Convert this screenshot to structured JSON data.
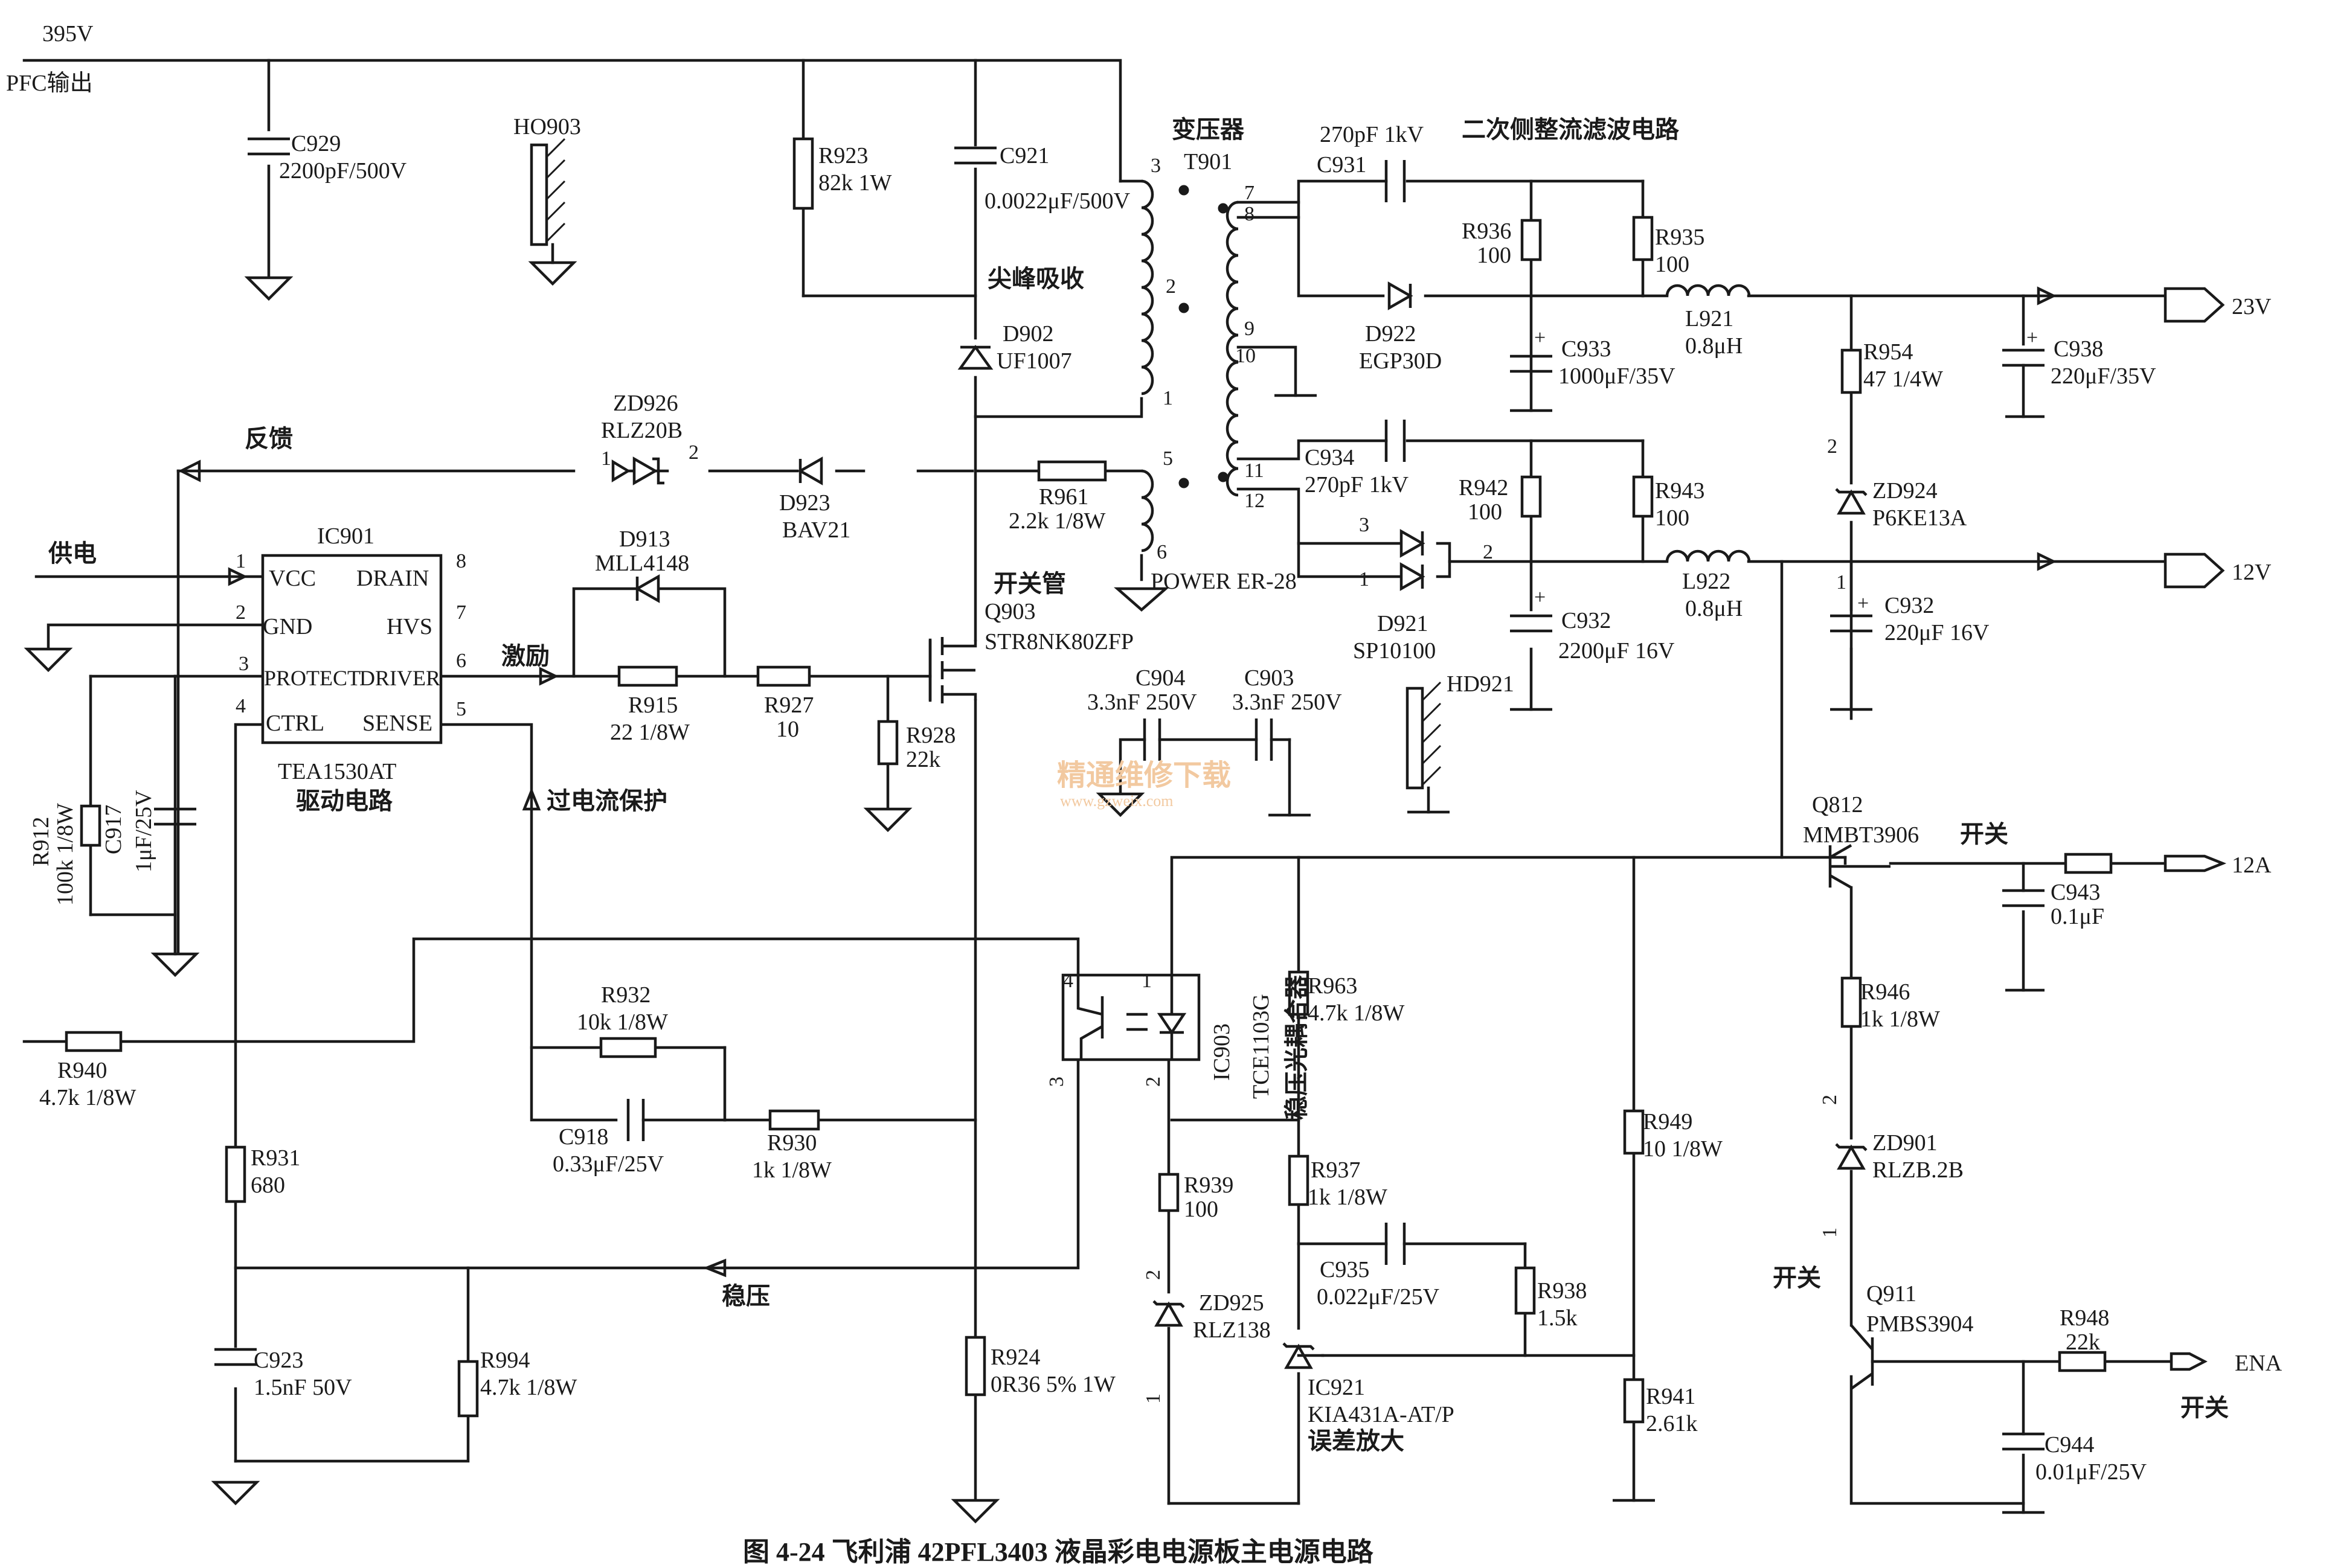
{
  "nets": {
    "v395": "395V",
    "pfc_out": "PFC输出",
    "feedback": "反馈",
    "power_supply": "供电",
    "excitation": "激励",
    "overcurrent": "过电流保护",
    "regulation": "稳压",
    "out_23v": "23V",
    "out_12v": "12V",
    "out_12a": "12A",
    "ena": "ENA",
    "switch_a": "开关",
    "switch_b": "开关",
    "switch_c": "开关"
  },
  "blocks": {
    "transformer_title": "变压器",
    "secondary_title": "二次侧整流滤波电路",
    "spike_absorb": "尖峰吸收",
    "switch_tube": "开关管",
    "drive_circuit": "驱动电路",
    "optocoupler": "稳压光耦合器",
    "error_amp": "误差放大"
  },
  "ic901": {
    "ref": "IC901",
    "part": "TEA1530AT",
    "pins": [
      {
        "num": "1",
        "name": "VCC"
      },
      {
        "num": "2",
        "name": "GND"
      },
      {
        "num": "3",
        "name": "PROTECT"
      },
      {
        "num": "4",
        "name": "CTRL"
      },
      {
        "num": "8",
        "name": "DRAIN"
      },
      {
        "num": "7",
        "name": "HVS"
      },
      {
        "num": "6",
        "name": "DRIVER"
      },
      {
        "num": "5",
        "name": "SENSE"
      }
    ]
  },
  "transformer": {
    "ref": "T901",
    "model": "POWER ER-28",
    "pins": [
      "3",
      "2",
      "1",
      "5",
      "6",
      "7",
      "8",
      "9",
      "10",
      "11",
      "12"
    ]
  },
  "q903": {
    "title": "Q903",
    "part": "STR8NK80ZFP"
  },
  "q812": {
    "title": "Q812",
    "part": "MMBT3906"
  },
  "q911": {
    "title": "Q911",
    "part": "PMBS3904"
  },
  "ic903": {
    "ref": "IC903",
    "part": "TCE1103G",
    "pins": [
      "4",
      "1",
      "3",
      "2"
    ]
  },
  "ic921": {
    "ref": "IC921",
    "part": "KIA431A-AT/P"
  },
  "heatsinks": {
    "ho903": "HO903",
    "hd921": "HD921"
  },
  "components": {
    "C929": {
      "ref": "C929",
      "value": "2200pF/500V"
    },
    "R923": {
      "ref": "R923",
      "value": "82k 1W"
    },
    "C921": {
      "ref": "C921",
      "value": "0.0022μF/500V"
    },
    "D902": {
      "ref": "D902",
      "value": "UF1007"
    },
    "ZD926": {
      "ref": "ZD926",
      "value": "RLZ20B",
      "pins": [
        "1",
        "2"
      ]
    },
    "D923": {
      "ref": "D923",
      "value": "BAV21"
    },
    "R961": {
      "ref": "R961",
      "value": "2.2k 1/8W"
    },
    "D913": {
      "ref": "D913",
      "value": "MLL4148"
    },
    "R915": {
      "ref": "R915",
      "value": "22 1/8W"
    },
    "R927": {
      "ref": "R927",
      "value": "10"
    },
    "R928": {
      "ref": "R928",
      "value": "22k"
    },
    "R912": {
      "ref": "R912",
      "value": "100k 1/8W"
    },
    "C917": {
      "ref": "C917",
      "value": "1μF/25V"
    },
    "C931": {
      "ref": "C931",
      "value": "270pF 1kV"
    },
    "R936": {
      "ref": "R936",
      "value": "100"
    },
    "R935": {
      "ref": "R935",
      "value": "100"
    },
    "D922": {
      "ref": "D922",
      "value": "EGP30D"
    },
    "C933": {
      "ref": "C933",
      "value": "1000μF/35V"
    },
    "L921": {
      "ref": "L921",
      "value": "0.8μH"
    },
    "R954": {
      "ref": "R954",
      "value": "47 1/4W"
    },
    "C938": {
      "ref": "C938",
      "value": "220μF/35V"
    },
    "ZD924": {
      "ref": "ZD924",
      "value": "P6KE13A",
      "pin": "2"
    },
    "C934": {
      "ref": "C934",
      "value": "270pF 1kV"
    },
    "R942": {
      "ref": "R942",
      "value": "100"
    },
    "R943": {
      "ref": "R943",
      "value": "100"
    },
    "D921": {
      "ref": "D921",
      "value": "SP10100",
      "pins": [
        "3",
        "1",
        "2"
      ]
    },
    "C932a": {
      "ref": "C932",
      "value": "2200μF  16V"
    },
    "L922": {
      "ref": "L922",
      "value": "0.8μH"
    },
    "C932b": {
      "ref": "C932",
      "value": "220μF  16V",
      "pin": "1"
    },
    "C904": {
      "ref": "C904",
      "value": "3.3nF 250V"
    },
    "C903": {
      "ref": "C903",
      "value": "3.3nF 250V"
    },
    "C943": {
      "ref": "C943",
      "value": "0.1μF"
    },
    "R946": {
      "ref": "R946",
      "value": "1k 1/8W"
    },
    "ZD901": {
      "ref": "ZD901",
      "value": "RLZB.2B",
      "pins": [
        "2",
        "1"
      ]
    },
    "R948": {
      "ref": "R948",
      "value": "22k"
    },
    "C944": {
      "ref": "C944",
      "value": "0.01μF/25V"
    },
    "R963": {
      "ref": "R963",
      "value": "4.7k 1/8W"
    },
    "R932": {
      "ref": "R932",
      "value": "10k 1/8W"
    },
    "C918": {
      "ref": "C918",
      "value": "0.33μF/25V"
    },
    "R930": {
      "ref": "R930",
      "value": "1k 1/8W"
    },
    "R940": {
      "ref": "R940",
      "value": "4.7k 1/8W"
    },
    "R931": {
      "ref": "R931",
      "value": "680"
    },
    "R939": {
      "ref": "R939",
      "value": "100"
    },
    "ZD925": {
      "ref": "ZD925",
      "value": "RLZ138",
      "pins": [
        "2",
        "1"
      ]
    },
    "R937": {
      "ref": "R937",
      "value": "1k 1/8W"
    },
    "C935": {
      "ref": "C935",
      "value": "0.022μF/25V"
    },
    "R938": {
      "ref": "R938",
      "value": "1.5k"
    },
    "R949": {
      "ref": "R949",
      "value": "10 1/8W"
    },
    "R941": {
      "ref": "R941",
      "value": "2.61k"
    },
    "C923": {
      "ref": "C923",
      "value": "1.5nF 50V"
    },
    "R994": {
      "ref": "R994",
      "value": "4.7k 1/8W"
    },
    "R924": {
      "ref": "R924",
      "value": "0R36 5% 1W"
    }
  },
  "watermark": {
    "text": "精通维修下载",
    "url": "www.gzweix.com"
  },
  "caption": "图 4-24 飞利浦 42PFL3403 液晶彩电电源板主电源电路"
}
